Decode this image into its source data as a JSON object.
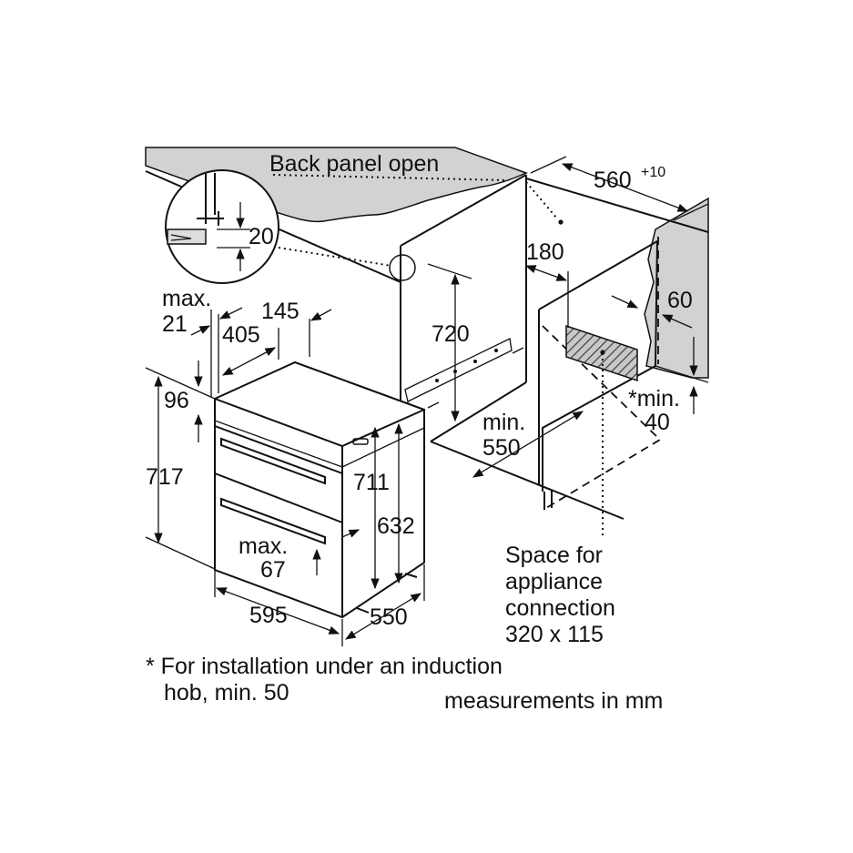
{
  "labels": {
    "back_panel": "Back panel open",
    "width_560": "560",
    "width_560_tol": "+10",
    "detail_20": "20",
    "d180": "180",
    "d60": "60",
    "max21_a": "max.",
    "max21_b": "21",
    "d145": "145",
    "d405": "405",
    "d720": "720",
    "d96": "96",
    "min40_a": "*min.",
    "min40_b": "40",
    "min550_a": "min.",
    "min550_b": "550",
    "d717": "717",
    "d711": "711",
    "d632": "632",
    "max67_a": "max.",
    "max67_b": "67",
    "d595": "595",
    "d550": "550",
    "space_1": "Space for",
    "space_2": "appliance",
    "space_3": "connection",
    "space_4": "320 x 115"
  },
  "footnote": {
    "line1": "* For installation under an induction",
    "line2": "hob, min. 50"
  },
  "units_note": "measurements in mm"
}
